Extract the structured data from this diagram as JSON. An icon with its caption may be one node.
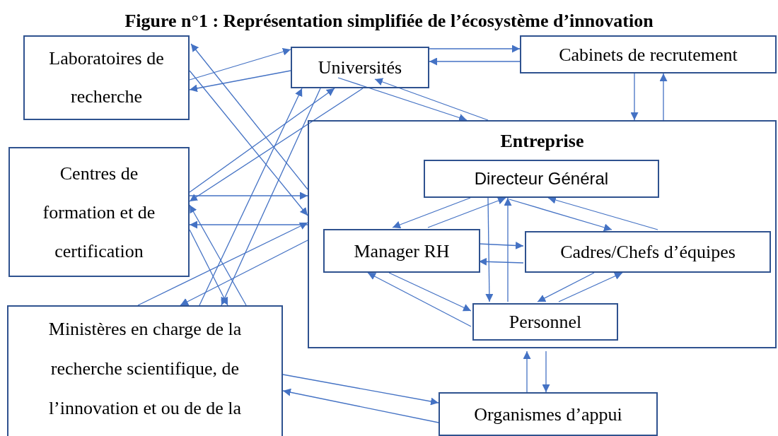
{
  "diagram": {
    "title": "Figure n°1 : Représentation simplifiée de l’écosystème d’innovation",
    "nodes": [
      {
        "text": [
          "Laboratoires de recherche"
        ]
      },
      {
        "text": [
          "Universités"
        ]
      },
      {
        "text": [
          "Cabinets de recrutement"
        ]
      },
      {
        "text": [
          "Entreprise"
        ]
      },
      {
        "text": [
          "Directeur Général"
        ],
        "in": 3
      },
      {
        "text": [
          "Manager RH"
        ],
        "in": 3
      },
      {
        "text": [
          "Cadres/Chefs d’équipes"
        ],
        "in": 3
      },
      {
        "text": [
          "Personnel"
        ],
        "in": 3
      },
      {
        "text": [
          "Centres de formation et de certification"
        ]
      },
      {
        "text": [
          "Ministères en charge de la recherche scientifique, de l’innovation et ou de de la"
        ]
      },
      {
        "text": [
          "Organismes d’appui"
        ]
      }
    ],
    "edges": [
      {
        "from": 0,
        "to": 1,
        "arrow": "to"
      },
      {
        "from": 1,
        "to": 0,
        "arrow": "to"
      },
      {
        "from": 1,
        "to": 2,
        "arrow": "to"
      },
      {
        "from": 2,
        "to": 1,
        "arrow": "to"
      },
      {
        "from": 2,
        "to": 3,
        "arrow": "to"
      },
      {
        "from": 3,
        "to": 2,
        "arrow": "to"
      },
      {
        "from": 1,
        "to": 3,
        "arrow": "to"
      },
      {
        "from": 3,
        "to": 1,
        "arrow": "to"
      },
      {
        "from": 3,
        "to": 0,
        "arrow": "to"
      },
      {
        "from": 0,
        "to": 3,
        "arrow": "to"
      },
      {
        "from": 8,
        "to": 3,
        "arrow": "to"
      },
      {
        "from": 3,
        "to": 8,
        "arrow": "to"
      },
      {
        "from": 8,
        "to": 1,
        "arrow": "to"
      },
      {
        "from": 1,
        "to": 8,
        "arrow": "to"
      },
      {
        "from": 9,
        "to": 1,
        "arrow": "to"
      },
      {
        "from": 1,
        "to": 9,
        "arrow": "to"
      },
      {
        "from": 8,
        "to": 9,
        "arrow": "to"
      },
      {
        "from": 9,
        "to": 8,
        "arrow": "to"
      },
      {
        "from": 9,
        "to": 3,
        "arrow": "to"
      },
      {
        "from": 3,
        "to": 9,
        "arrow": "to"
      },
      {
        "from": 4,
        "to": 5,
        "arrow": "to"
      },
      {
        "from": 5,
        "to": 4,
        "arrow": "to"
      },
      {
        "from": 4,
        "to": 6,
        "arrow": "to"
      },
      {
        "from": 6,
        "to": 4,
        "arrow": "to"
      },
      {
        "from": 4,
        "to": 7,
        "arrow": "to"
      },
      {
        "from": 7,
        "to": 4,
        "arrow": "to"
      },
      {
        "from": 5,
        "to": 6,
        "arrow": "to"
      },
      {
        "from": 6,
        "to": 5,
        "arrow": "to"
      },
      {
        "from": 5,
        "to": 7,
        "arrow": "to"
      },
      {
        "from": 7,
        "to": 5,
        "arrow": "to"
      },
      {
        "from": 6,
        "to": 7,
        "arrow": "to"
      },
      {
        "from": 7,
        "to": 6,
        "arrow": "to"
      },
      {
        "from": 10,
        "to": 3,
        "arrow": "to"
      },
      {
        "from": 3,
        "to": 10,
        "arrow": "to"
      },
      {
        "from": 9,
        "to": 10,
        "arrow": "to"
      },
      {
        "from": 10,
        "to": 9,
        "arrow": "to"
      }
    ]
  }
}
